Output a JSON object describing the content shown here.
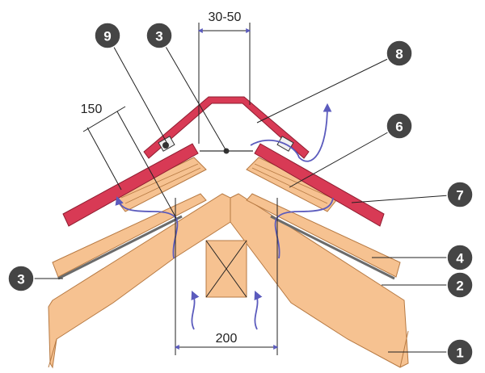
{
  "dimensions": {
    "ridge_gap": "30-50",
    "ridge_overlap": "150",
    "ventilation_gap": "200"
  },
  "callouts": [
    {
      "id": "1",
      "label": "1"
    },
    {
      "id": "2",
      "label": "2"
    },
    {
      "id": "3",
      "label": "3"
    },
    {
      "id": "4",
      "label": "4"
    },
    {
      "id": "6",
      "label": "6"
    },
    {
      "id": "7",
      "label": "7"
    },
    {
      "id": "8",
      "label": "8"
    },
    {
      "id": "9",
      "label": "9"
    }
  ],
  "colors": {
    "wood": "#f6c291",
    "wood_outline": "#b77a43",
    "metal_roof": "#d83a55",
    "airflow": "#5b5bbd",
    "callout": "#454545"
  }
}
